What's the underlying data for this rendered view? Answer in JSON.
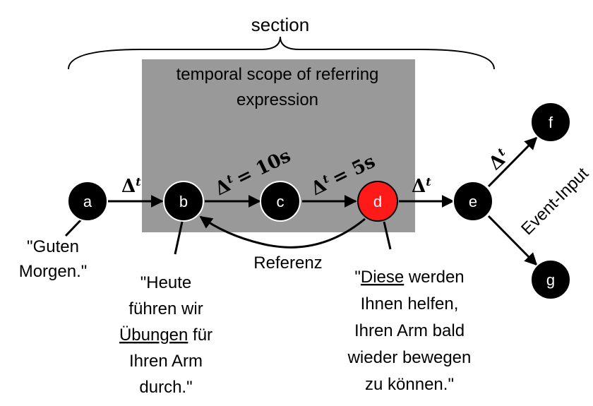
{
  "section_label": "section",
  "scope_label": [
    "temporal scope of referring",
    "expression"
  ],
  "colors": {
    "scope_fill": "#999999",
    "node_fill": "#000000",
    "highlight_node_fill": "#ff1a1a",
    "node_stroke": "#ffffff"
  },
  "nodes": {
    "a": "a",
    "b": "b",
    "c": "c",
    "d": "d",
    "e": "e",
    "f": "f",
    "g": "g"
  },
  "edges": {
    "delta": "Δ",
    "subscript": "t",
    "bc_value": "= 10s",
    "cd_value": "= 5s",
    "reference_label": "Referenz",
    "event_input_label": "Event-Input"
  },
  "utterances": {
    "a": [
      "\"Guten",
      "Morgen.\""
    ],
    "b": {
      "line1": "\"Heute",
      "line2": "führen wir",
      "line3_underlined": "Übungen",
      "line3_rest": " für",
      "line4": "Ihren Arm",
      "line5": "durch.\""
    },
    "d": {
      "line1_quote": "\"",
      "line1_underlined": "Diese",
      "line1_rest": " werden",
      "line2": "Ihnen helfen,",
      "line3": "Ihren Arm bald",
      "line4": "wieder bewegen",
      "line5": "zu können.\""
    }
  }
}
